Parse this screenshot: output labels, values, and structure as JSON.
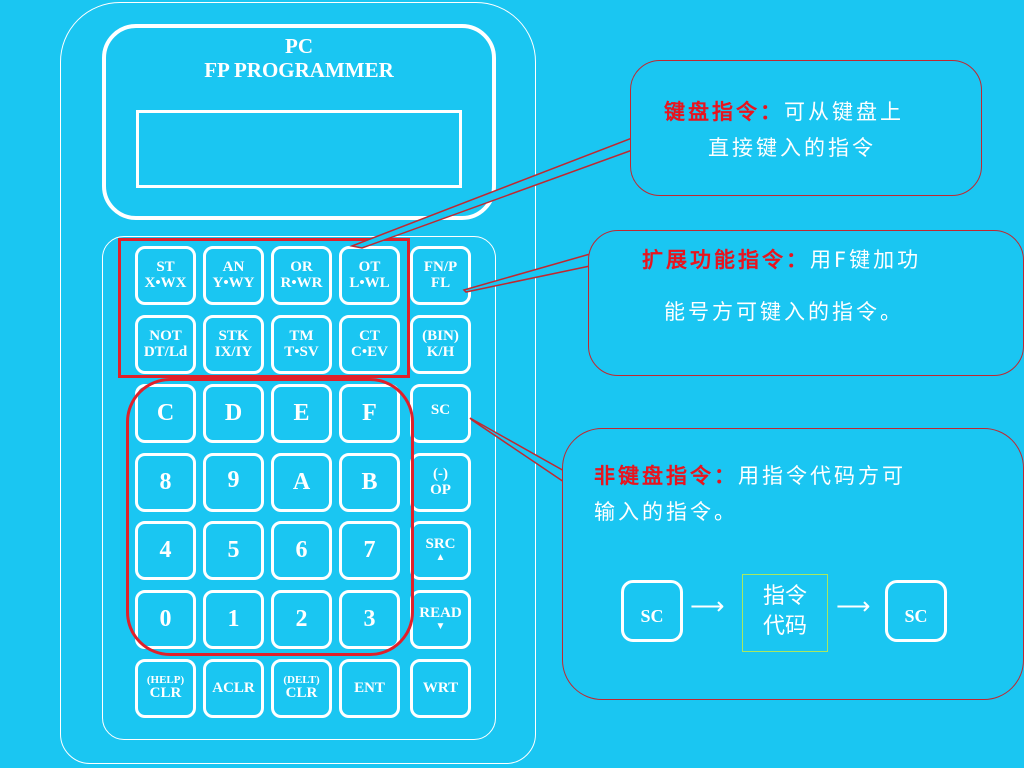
{
  "device": {
    "title_line1": "PC",
    "title_line2": "FP PROGRAMMER"
  },
  "keys": {
    "st": [
      "ST",
      "X•WX"
    ],
    "an": [
      "AN",
      "Y•WY"
    ],
    "or": [
      "OR",
      "R•WR"
    ],
    "ot": [
      "OT",
      "L•WL"
    ],
    "fn": [
      "FN/P",
      "FL"
    ],
    "not": [
      "NOT",
      "DT/Ld"
    ],
    "stk": [
      "STK",
      "IX/IY"
    ],
    "tm": [
      "TM",
      "T•SV"
    ],
    "ct": [
      "CT",
      "C•EV"
    ],
    "bin": [
      "(BIN)",
      "K/H"
    ],
    "c": "C",
    "d": "D",
    "e": "E",
    "f": "F",
    "sc": "SC",
    "n8": "8",
    "n9": "9",
    "a": "A",
    "b": "B",
    "op": [
      "(-)",
      "OP"
    ],
    "n4": "4",
    "n5": "5",
    "n6": "6",
    "n7": "7",
    "src": "SRC",
    "n0": "0",
    "n1": "1",
    "n2": "2",
    "n3": "3",
    "read": "READ",
    "clr_help": [
      "(HELP)",
      "CLR"
    ],
    "aclr": "ACLR",
    "clr_delt": [
      "(DELT)",
      "CLR"
    ],
    "ent": "ENT",
    "wrt": "WRT",
    "src_arrow": "▲",
    "read_arrow": "▼"
  },
  "callouts": {
    "keyboard": {
      "heading": "键盘指令：",
      "text1": "可从键盘上",
      "text2": "直接键入的指令"
    },
    "extended": {
      "heading": "扩展功能指令：",
      "text1": "用F键加功",
      "text2": "能号方可键入的指令。"
    },
    "nonkeyboard": {
      "heading": "非键盘指令：",
      "text1": "用指令代码方可",
      "text2": "输入的指令。",
      "flow_sc1": "SC",
      "flow_code_line1": "指令",
      "flow_code_line2": "代码",
      "flow_sc2": "SC",
      "flow_arrow": "⟶"
    }
  },
  "colors": {
    "background": "#1ac6f2",
    "highlight_red": "#e8141e",
    "outline": "#ffffff"
  }
}
